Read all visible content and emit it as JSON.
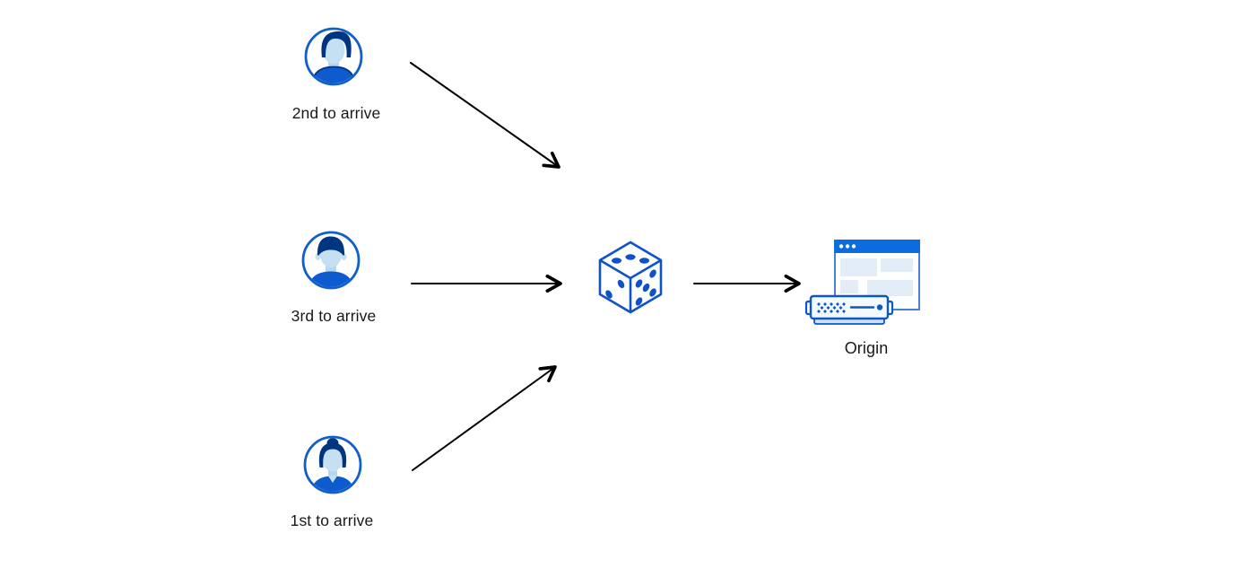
{
  "diagram": {
    "clients": [
      {
        "label": "2nd to arrive",
        "icon": "user-avatar-man-swept-hair"
      },
      {
        "label": "3rd to arrive",
        "icon": "user-avatar-man-short-hair"
      },
      {
        "label": "1st to arrive",
        "icon": "user-avatar-woman-bun"
      }
    ],
    "randomizer": {
      "icon": "dice-icon",
      "pips": {
        "top_face": 3,
        "left_face": 2,
        "right_face": 5
      }
    },
    "origin": {
      "label": "Origin",
      "icon": "origin-server-icon"
    }
  },
  "colors": {
    "background": "#ffffff",
    "arrow": "#000000",
    "primary_blue": "#0b57c4",
    "avatar_ring_blue": "#1160c9",
    "hair_navy": "#003681",
    "face_light_blue": "#c5e0f2",
    "shirt_blue": "#0e5bd0",
    "titlebar_blue": "#0b6ce0",
    "window_border_blue": "#4a80d8",
    "pale_panel_blue": "#e2edf8",
    "server_shadow_blue": "#cfe2f5",
    "label_text": "#17181c"
  }
}
